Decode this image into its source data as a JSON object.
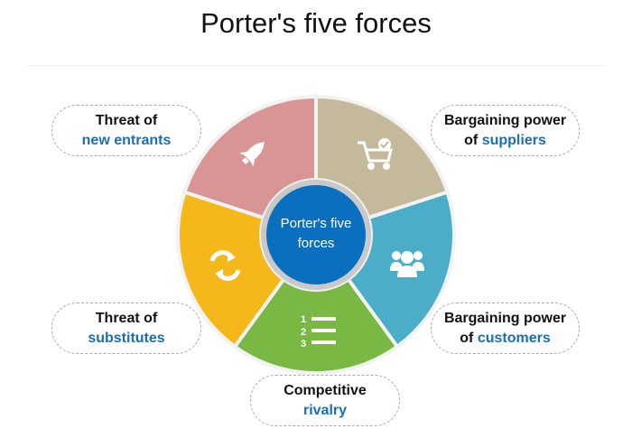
{
  "title": "Porter's five forces",
  "center": {
    "line1": "Porter's five",
    "line2": "forces",
    "color": "#0b6fc0"
  },
  "segments": [
    {
      "name": "suppliers",
      "color": "#c4b99b",
      "icon": "cart-check-icon"
    },
    {
      "name": "customers",
      "color": "#4badc8",
      "icon": "people-group-icon"
    },
    {
      "name": "rivalry",
      "color": "#78b843",
      "icon": "numbered-list-icon"
    },
    {
      "name": "substitutes",
      "color": "#f4b81a",
      "icon": "refresh-icon"
    },
    {
      "name": "new-entrants",
      "color": "#d99595",
      "icon": "rocket-icon"
    }
  ],
  "labels": {
    "new_entrants": {
      "line1": "Threat of",
      "line2": "new entrants"
    },
    "suppliers": {
      "line1": "Bargaining power",
      "line2a": "of ",
      "line2b": "suppliers"
    },
    "substitutes": {
      "line1": "Threat of",
      "line2": "substitutes"
    },
    "customers": {
      "line1": "Bargaining power",
      "line2a": "of ",
      "line2b": "customers"
    },
    "rivalry": {
      "line1": "Competitive",
      "line2": "rivalry"
    }
  }
}
